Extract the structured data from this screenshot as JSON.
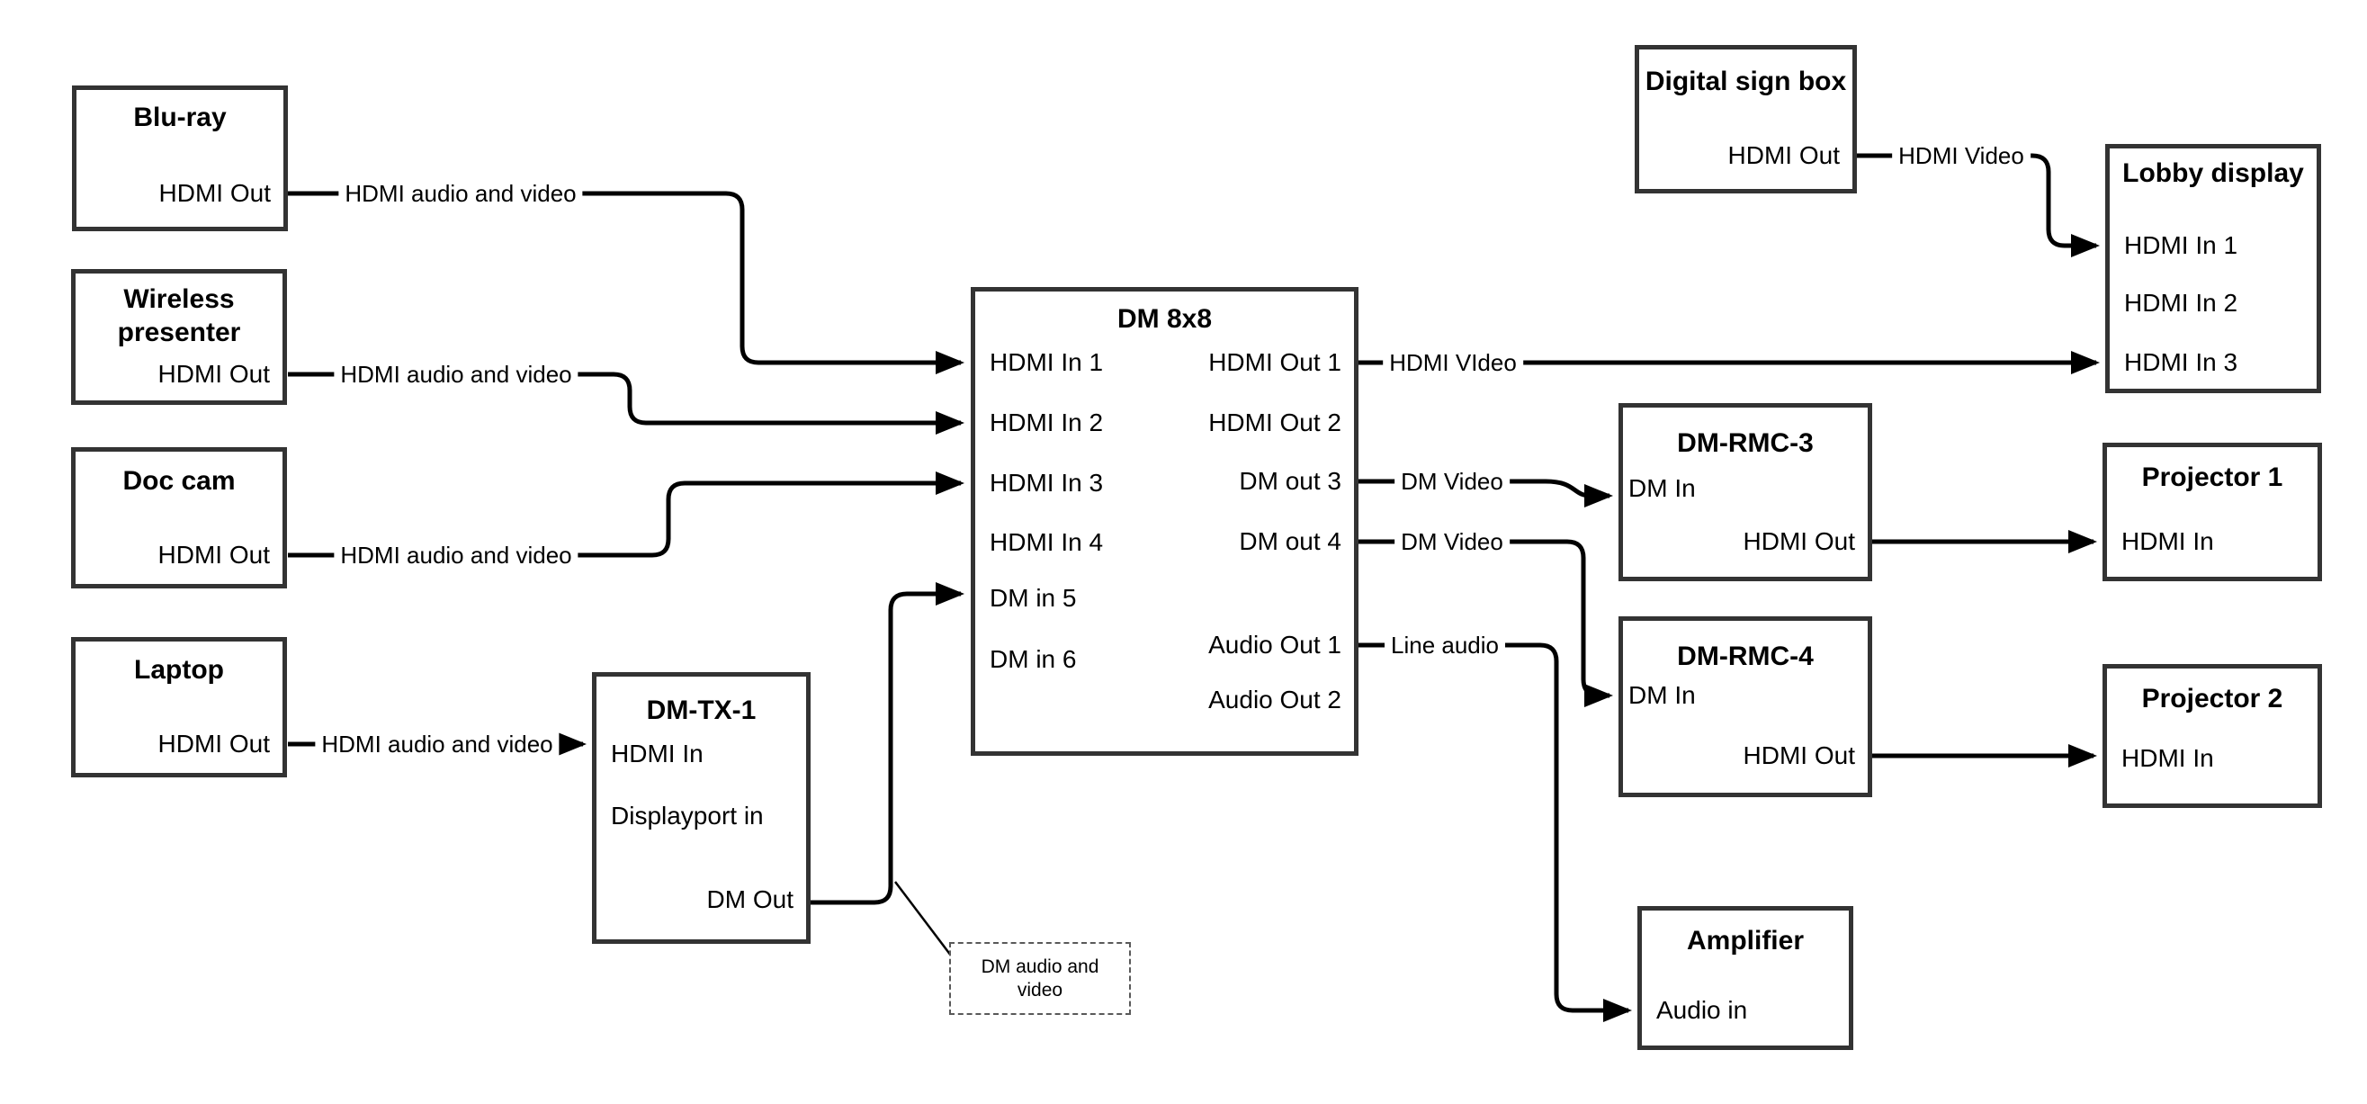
{
  "colors": {
    "background": "#ffffff",
    "box_border": "#333333",
    "wire": "#000000",
    "text": "#000000",
    "note_border": "#595959"
  },
  "nodes": {
    "bluray": {
      "title": "Blu-ray",
      "hdmi_out": "HDMI Out"
    },
    "wireless": {
      "title": "Wireless presenter",
      "hdmi_out": "HDMI Out"
    },
    "doccam": {
      "title": "Doc cam",
      "hdmi_out": "HDMI Out"
    },
    "laptop": {
      "title": "Laptop",
      "hdmi_out": "HDMI Out"
    },
    "dmtx1": {
      "title": "DM-TX-1",
      "hdmi_in": "HDMI In",
      "displayport_in": "Displayport in",
      "dm_out": "DM Out"
    },
    "dm8x8": {
      "title": "DM 8x8",
      "in1": "HDMI In 1",
      "in2": "HDMI In 2",
      "in3": "HDMI In 3",
      "in4": "HDMI In 4",
      "in5": "DM in 5",
      "in6": "DM in 6",
      "out1": "HDMI Out 1",
      "out2": "HDMI Out 2",
      "out3": "DM out 3",
      "out4": "DM out 4",
      "audio1": "Audio Out 1",
      "audio2": "Audio Out 2"
    },
    "digitalsign": {
      "title": "Digital sign box",
      "hdmi_out": "HDMI Out"
    },
    "lobby": {
      "title": "Lobby display",
      "in1": "HDMI In 1",
      "in2": "HDMI In 2",
      "in3": "HDMI In 3"
    },
    "dmrmc3": {
      "title": "DM-RMC-3",
      "dm_in": "DM In",
      "hdmi_out": "HDMI Out"
    },
    "proj1": {
      "title": "Projector 1",
      "hdmi_in": "HDMI In"
    },
    "dmrmc4": {
      "title": "DM-RMC-4",
      "dm_in": "DM In",
      "hdmi_out": "HDMI Out"
    },
    "proj2": {
      "title": "Projector 2",
      "hdmi_in": "HDMI In"
    },
    "amplifier": {
      "title": "Amplifier",
      "audio_in": "Audio in"
    }
  },
  "wire_labels": {
    "bluray_to_dm": "HDMI audio and video",
    "wireless_to_dm": "HDMI audio and video",
    "doccam_to_dm": "HDMI audio and video",
    "laptop_to_tx": "HDMI audio and video",
    "out1_to_lobby": "HDMI VIdeo",
    "sign_to_lobby": "HDMI Video",
    "out3_to_rmc3": "DM Video",
    "out4_to_rmc4": "DM Video",
    "audio1_to_amp": "Line audio",
    "note": "DM audio and video"
  }
}
